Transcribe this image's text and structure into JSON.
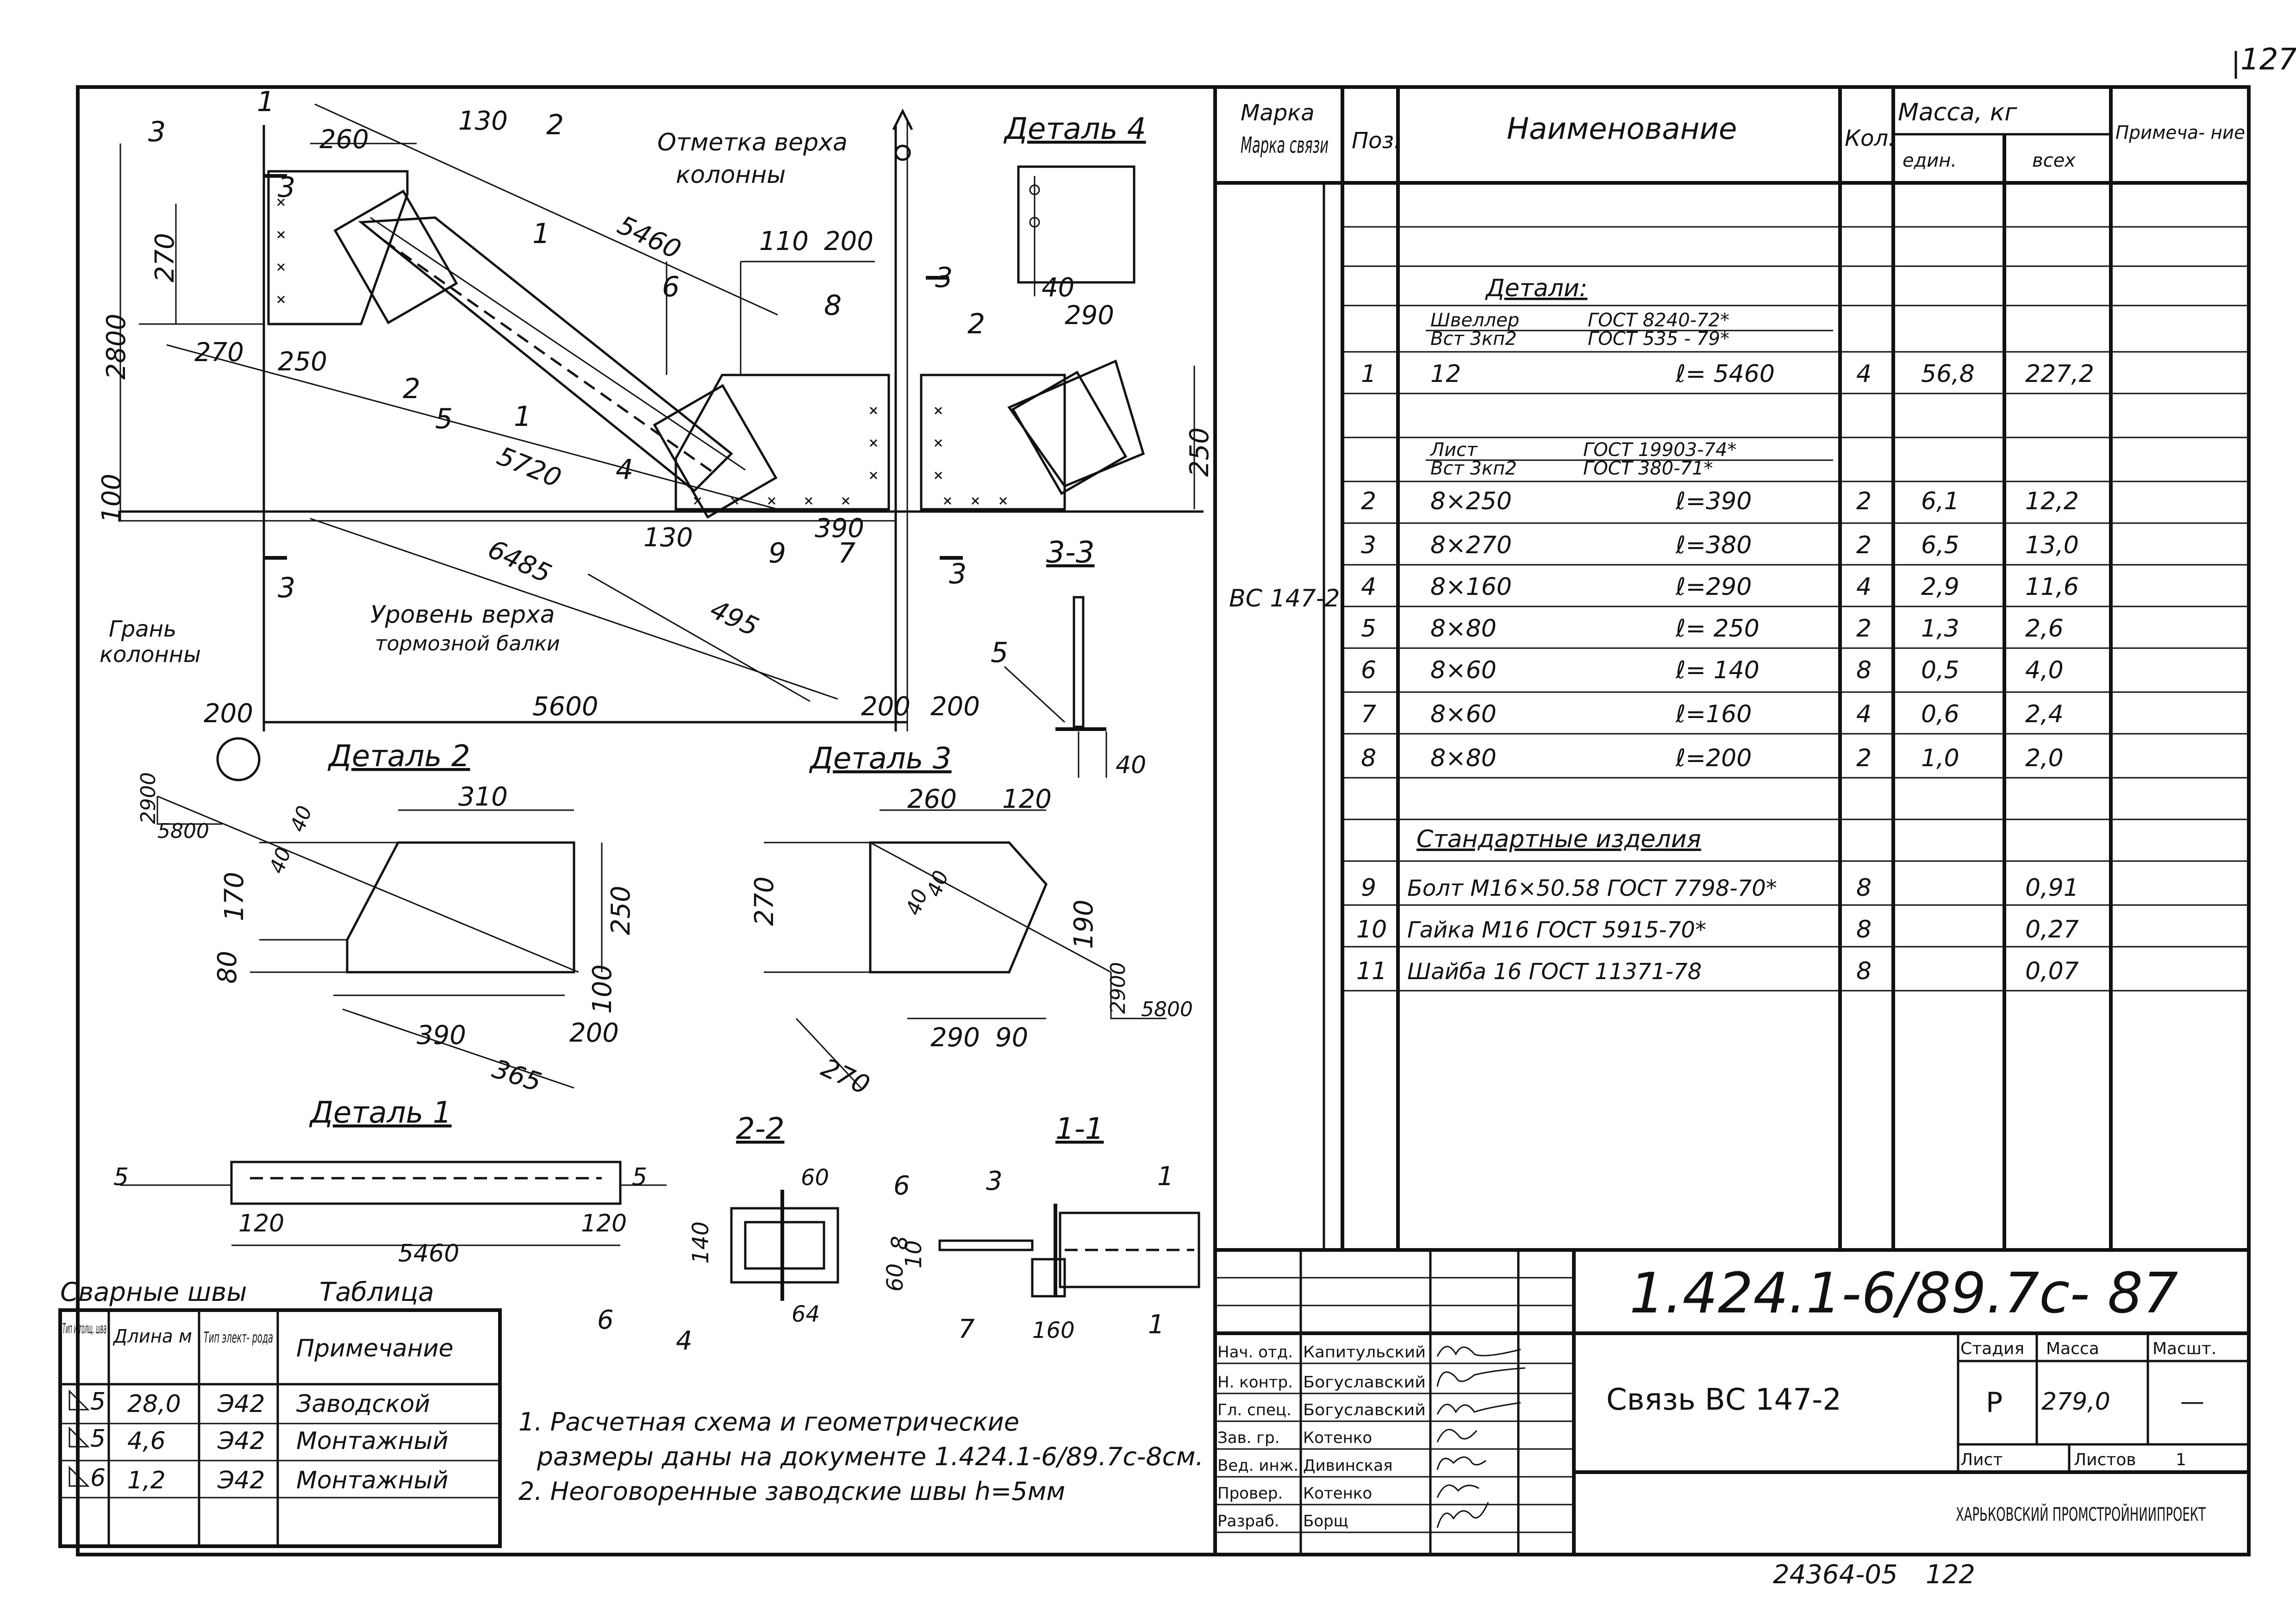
{
  "sheet": {
    "page_number": "127",
    "doc_code": "1.424.1-6/89.7с- 87",
    "bottom_left": "24364-05",
    "bottom_right": "122"
  },
  "spec_table": {
    "headers": {
      "mark": "Марка связи",
      "pos": "Поз.",
      "name": "Наименование",
      "qty": "Кол.",
      "mass": "Масса, кг",
      "mass_unit": "един.",
      "mass_all": "всех",
      "note": "Примеча- ние"
    },
    "mark_value": "ВС 147-2",
    "section_details": "Детали:",
    "channel_label": "Швеллер",
    "channel_gost": "ГОСТ 8240-72*",
    "channel_steel": "Вст 3кп2",
    "channel_steel_gost": "ГОСТ 535 - 79*",
    "sheet_label": "Лист",
    "sheet_gost": "ГОСТ 19903-74*",
    "sheet_steel": "Вст 3кп2",
    "sheet_steel_gost": "ГОСТ 380-71*",
    "section_standard": "Стандартные изделия",
    "rows": [
      {
        "pos": "1",
        "name": "12",
        "len": "ℓ= 5460",
        "qty": "4",
        "unit": "56,8",
        "all": "227,2"
      },
      {
        "pos": "2",
        "name": "8×250",
        "len": "ℓ=390",
        "qty": "2",
        "unit": "6,1",
        "all": "12,2"
      },
      {
        "pos": "3",
        "name": "8×270",
        "len": "ℓ=380",
        "qty": "2",
        "unit": "6,5",
        "all": "13,0"
      },
      {
        "pos": "4",
        "name": "8×160",
        "len": "ℓ=290",
        "qty": "4",
        "unit": "2,9",
        "all": "11,6"
      },
      {
        "pos": "5",
        "name": "8×80",
        "len": "ℓ= 250",
        "qty": "2",
        "unit": "1,3",
        "all": "2,6"
      },
      {
        "pos": "6",
        "name": "8×60",
        "len": "ℓ= 140",
        "qty": "8",
        "unit": "0,5",
        "all": "4,0"
      },
      {
        "pos": "7",
        "name": "8×60",
        "len": "ℓ=160",
        "qty": "4",
        "unit": "0,6",
        "all": "2,4"
      },
      {
        "pos": "8",
        "name": "8×80",
        "len": "ℓ=200",
        "qty": "2",
        "unit": "1,0",
        "all": "2,0"
      }
    ],
    "std_rows": [
      {
        "pos": "9",
        "name": "Болт М16×50.58 ГОСТ 7798-70*",
        "qty": "8",
        "all": "0,91"
      },
      {
        "pos": "10",
        "name": "Гайка М16 ГОСТ 5915-70*",
        "qty": "8",
        "all": "0,27"
      },
      {
        "pos": "11",
        "name": "Шайба 16 ГОСТ 11371-78",
        "qty": "8",
        "all": "0,07"
      }
    ]
  },
  "title_block": {
    "roles": [
      "Нач. отд.",
      "Н. контр.",
      "Гл. спец.",
      "Зав. гр.",
      "Вед. инж.",
      "Провер.",
      "Разраб."
    ],
    "names": [
      "Капитульский",
      "Богуславский",
      "Богуславский",
      "Котенко",
      "Дивинская",
      "Котенко",
      "Борщ"
    ],
    "title": "Связь ВС 147-2",
    "stage_label": "Стадия",
    "mass_label": "Масса",
    "scale_label": "Масшт.",
    "stage": "Р",
    "mass": "279,0",
    "scale": "—",
    "sheet_label": "Лист",
    "sheets_label": "Листов",
    "sheets": "1",
    "org": "ХАРЬКОВСКИЙ ПРОМСТРОЙНИИПРОЕКТ"
  },
  "weld_table": {
    "caption_left": "Сварные швы",
    "caption_right": "Таблица",
    "headers": [
      "Тип и толщ. шва",
      "Длина м",
      "Тип элект- рода",
      "Примечание"
    ],
    "rows": [
      {
        "type": "5",
        "len": "28,0",
        "electrode": "Э42",
        "note": "Заводской"
      },
      {
        "type": "5",
        "len": "4,6",
        "electrode": "Э42",
        "note": "Монтажный"
      },
      {
        "type": "6",
        "len": "1,2",
        "electrode": "Э42",
        "note": "Монтажный"
      }
    ]
  },
  "notes": [
    "1. Расчетная схема и геометрические",
    "размеры даны на документе 1.424.1-6/89.7с-8см.",
    "2. Неоговоренные заводские швы h=5мм"
  ],
  "main_view": {
    "label_top": "Отметка верха",
    "label_top2": "колонны",
    "label_beam": "Уровень верха",
    "label_beam2": "тормозной балки",
    "label_face": "Грань",
    "label_face2": "колонны",
    "detail4": "Деталь 4",
    "dims": [
      "260",
      "130",
      "5460",
      "270",
      "2800",
      "270",
      "250",
      "110",
      "200",
      "5720",
      "6485",
      "495",
      "390",
      "130",
      "5600",
      "200",
      "200",
      "200",
      "100",
      "290",
      "250",
      "40"
    ],
    "marks": [
      "1",
      "2",
      "3",
      "4",
      "5",
      "6",
      "7",
      "8",
      "9"
    ],
    "cuts": [
      "1",
      "2",
      "3"
    ]
  },
  "detail2": {
    "title": "Деталь 2",
    "dims": [
      "310",
      "170",
      "250",
      "80",
      "390",
      "365",
      "200",
      "100",
      "40",
      "40"
    ],
    "slope": [
      "2900",
      "5800"
    ]
  },
  "detail3": {
    "title": "Деталь 3",
    "dims": [
      "260",
      "120",
      "270",
      "190",
      "290",
      "90",
      "270",
      "40",
      "40"
    ],
    "slope": [
      "2900",
      "5800"
    ]
  },
  "section33": {
    "title": "3-3",
    "dims": [
      "40"
    ],
    "mark": "5"
  },
  "detail1": {
    "title": "Деталь 1",
    "dims": [
      "5",
      "120",
      "5460",
      "120",
      "5"
    ]
  },
  "section22": {
    "title": "2-2",
    "dims": [
      "60",
      "140",
      "64"
    ],
    "marks": [
      "6",
      "6",
      "4"
    ]
  },
  "section11": {
    "title": "1-1",
    "dims": [
      "8",
      "60",
      "10",
      "160"
    ],
    "marks": [
      "3",
      "1",
      "1",
      "7"
    ]
  }
}
